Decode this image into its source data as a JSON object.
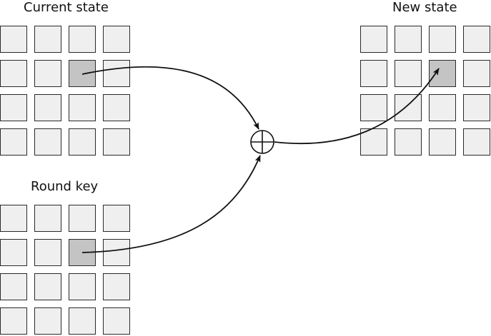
{
  "labels": {
    "current_state": "Current state",
    "new_state": "New state",
    "round_key": "Round key"
  },
  "grid": {
    "rows": 4,
    "cols": 4
  },
  "highlight": {
    "row": 1,
    "col": 2
  },
  "operator": {
    "symbol": "xor",
    "glyph": "⊕"
  },
  "colors": {
    "cell_fill": "#efefef",
    "cell_highlight": "#c4c4c4",
    "stroke": "#2a2a2a"
  }
}
